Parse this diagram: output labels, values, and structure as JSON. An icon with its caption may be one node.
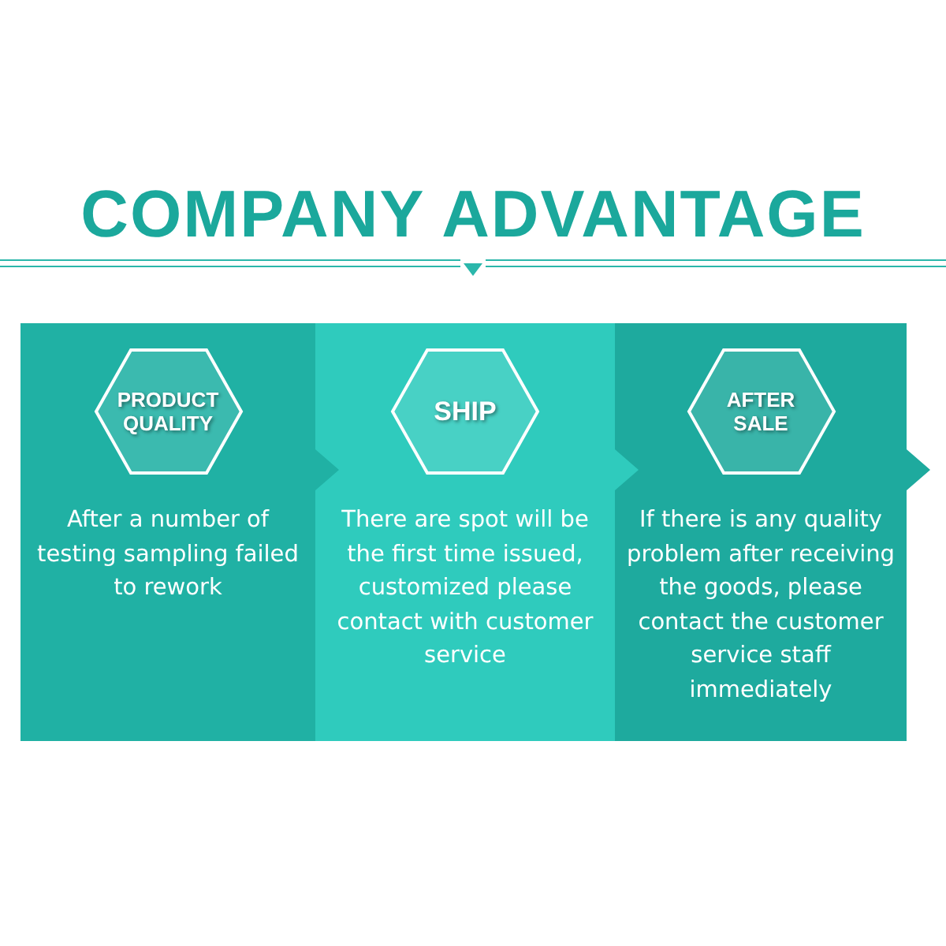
{
  "diagram": {
    "title": "COMPANY ADVANTAGE",
    "nodes": [
      {
        "text": [
          "After a number of testing sampling failed to rework"
        ]
      },
      {
        "text": [
          "PRODUCT QUALITY"
        ],
        "in": 0
      },
      {
        "text": [
          "There are spot will be the first time issued, customized please contact with customer service"
        ]
      },
      {
        "text": [
          "SHIP"
        ],
        "in": 2
      },
      {
        "text": [
          "If there is any quality problem after receiving the goods, please contact the customer service staff immediately"
        ]
      },
      {
        "text": [
          "AFTER SALE"
        ],
        "in": 4
      }
    ]
  }
}
